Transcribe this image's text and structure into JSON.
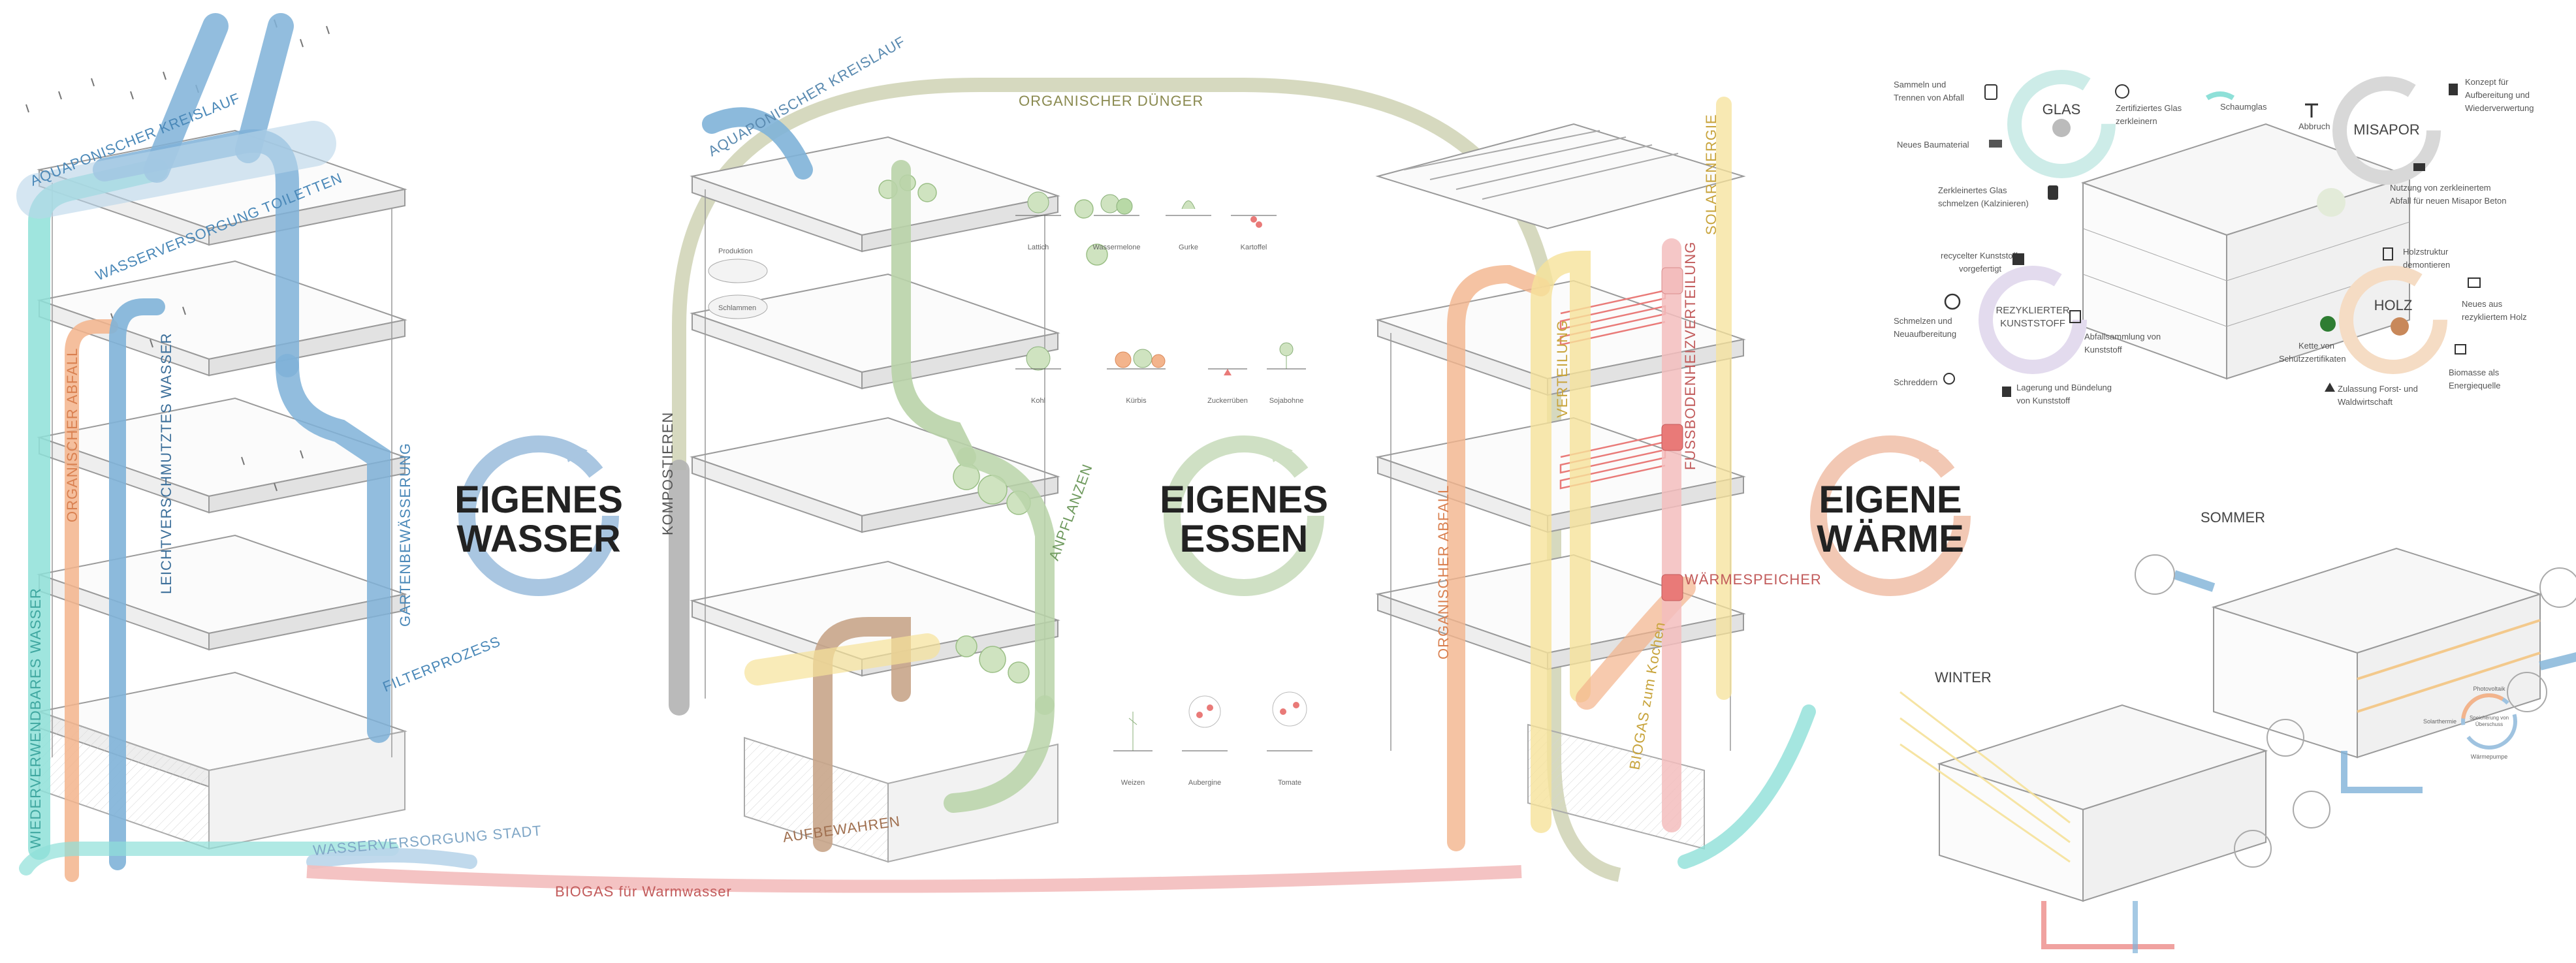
{
  "colors": {
    "water_dark": "#7fb2d8",
    "water_light": "#b9d5ea",
    "turquoise": "#8ee0d8",
    "orange": "#f3b48c",
    "green": "#b9d3a8",
    "sage": "#cfd2b4",
    "grey_arrow": "#b3b3b3",
    "brown": "#c8a58a",
    "yellow": "#f6e29a",
    "red": "#e97a78",
    "pink": "#f3bdbd",
    "heat_ring": "#f2c8b4",
    "water_ring": "#a9c6e1",
    "food_ring": "#cfe0c4"
  },
  "water": {
    "circle_label_line1": "EIGENES",
    "circle_label_line2": "WASSER",
    "flow_labels": {
      "aquaponic": "AQUAPONISCHER KREISLAUF",
      "toilets": "WASSERVERSORGUNG TOILETTEN",
      "organic_waste": "ORGANISCHER ABFALL",
      "lightly_polluted": "LEICHTVERSCHMUTZTES WASSER",
      "garden_irrigation": "GARTENBEWÄSSERUNG",
      "filter": "FILTERPROZESS",
      "reusable": "WIEDERVERWENDBARES WASSER",
      "city_supply": "WASSERVERSORGUNG STADT"
    }
  },
  "food": {
    "circle_label_line1": "EIGENES",
    "circle_label_line2": "ESSEN",
    "flow_labels": {
      "fertilizer": "ORGANISCHER DÜNGER",
      "aquaponic": "AQUAPONISCHER KREISLAUF",
      "composting": "KOMPOSTIEREN",
      "planting": "ANPFLANZEN",
      "storing": "AUFBEWAHREN"
    },
    "pond_labels": [
      "Produktion",
      "Schlammen"
    ],
    "plants": [
      "Lattich",
      "Wassermelone",
      "Gurke",
      "Kartoffel",
      "Kohl",
      "Kürbis",
      "Zuckerrüben",
      "Sojabohne",
      "Weizen",
      "Aubergine",
      "Tomate"
    ]
  },
  "heat": {
    "circle_label_line1": "EIGENE",
    "circle_label_line2": "WÄRME",
    "flow_labels": {
      "organic_waste": "ORGANISCHER ABFALL",
      "distribution": "VERTEILUNG",
      "floor_heating": "FUSSBODENHEIZVERTEILUNG",
      "storage": "WÄRMESPEICHER",
      "solar": "SOLARENERGIE",
      "biogas_cooking": "BIOGAS zum Kochen"
    }
  },
  "biogas_label": "BIOGAS für Warmwasser",
  "recycling": {
    "glass": {
      "title": "GLAS",
      "items": [
        "Sammeln und Trennen von Abfall",
        "Zertifiziertes Glas zerkleinern",
        "Schaumglas",
        "Neues Baumaterial",
        "Zerkleinertes Glas schmelzen (Kalzinieren)"
      ]
    },
    "misapor": {
      "title": "MISAPOR",
      "items": [
        "Konzept für Aufbereitung und Wiederverwertung",
        "Abbruch",
        "Nutzung von zerkleinertem Abfall für neuen Misapor Beton"
      ]
    },
    "plastic": {
      "title": "REZYKLIERTER KUNSTSTOFF",
      "items": [
        "recycelter Kunststoff vorgefertigt",
        "Schmelzen und Neuaufbereitung",
        "Abfallsammlung von Kunststoff",
        "Schreddern",
        "Lagerung und Bündelung von Kunststoff"
      ]
    },
    "wood": {
      "title": "HOLZ",
      "items": [
        "Holzstruktur demontieren",
        "Neues aus rezykliertem Holz",
        "Kette von Schutzzertifikaten",
        "Zulassung Forst- und Waldwirtschaft",
        "Biomasse als Energiequelle"
      ]
    }
  },
  "seasons": {
    "summer": "SOMMER",
    "winter": "WINTER",
    "legend_top": "Photovoltaik",
    "legend_center": "Speicherung von Überschuss",
    "legend_bottom": "Wärmepumpe",
    "legend_side": "Solarthermie"
  }
}
